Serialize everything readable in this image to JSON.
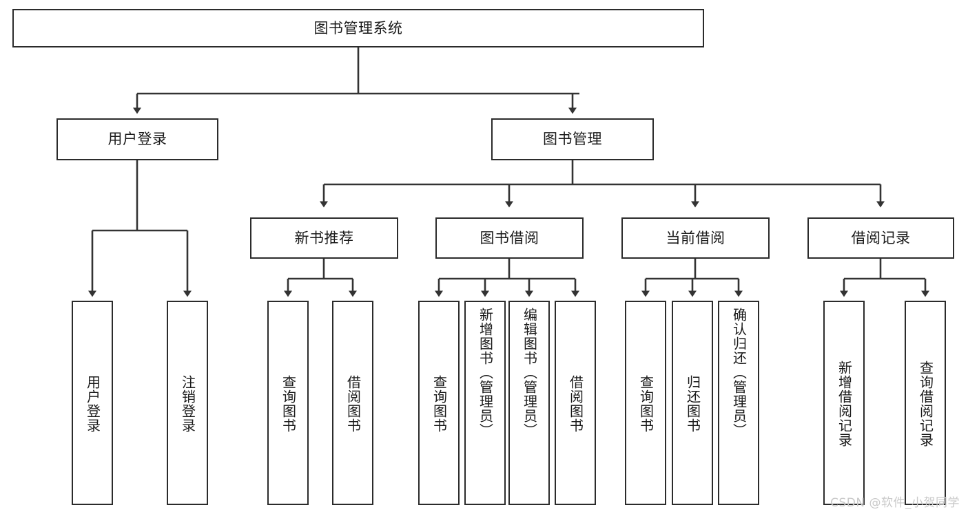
{
  "diagram": {
    "type": "tree",
    "title": "图书管理系统",
    "colors": {
      "box_border": "#2b2b2b",
      "box_fill": "#ffffff",
      "connector": "#333333",
      "text": "#1a1a1a",
      "watermark": "#c9c9c9",
      "background": "#ffffff"
    },
    "root": {
      "label": "图书管理系统"
    },
    "level2": [
      {
        "label": "用户登录"
      },
      {
        "label": "图书管理"
      }
    ],
    "level3": [
      {
        "label": "新书推荐"
      },
      {
        "label": "图书借阅"
      },
      {
        "label": "当前借阅"
      },
      {
        "label": "借阅记录"
      }
    ],
    "leaves": {
      "user_login": [
        {
          "label": "用户登录"
        },
        {
          "label": "注销登录"
        }
      ],
      "new_book_recommend": [
        {
          "label": "查询图书"
        },
        {
          "label": "借阅图书"
        }
      ],
      "book_borrow": [
        {
          "label": "查询图书"
        },
        {
          "label": "新增图书（管理员）"
        },
        {
          "label": "编辑图书（管理员）"
        },
        {
          "label": "借阅图书"
        }
      ],
      "current_borrow": [
        {
          "label": "查询图书"
        },
        {
          "label": "归还图书"
        },
        {
          "label": "确认归还（管理员）"
        }
      ],
      "borrow_record": [
        {
          "label": "新增借阅记录"
        },
        {
          "label": "查询借阅记录"
        }
      ]
    }
  },
  "watermark": {
    "text": "CSDN @软件_小贺同学"
  }
}
